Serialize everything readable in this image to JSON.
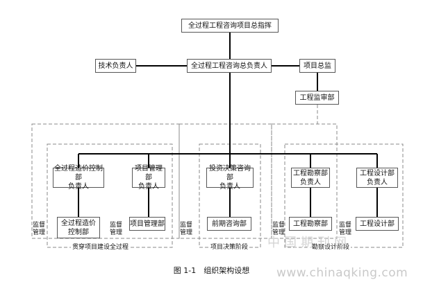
{
  "diagram": {
    "top_box": "全过程工程咨询项目总指挥",
    "middle_row": {
      "left": "技术负责人",
      "center": "全过程工程咨询总负责人",
      "right": "项目总监"
    },
    "supervision_dept": "工程监审部",
    "groups": {
      "g1": "贯穿项目建设全过程",
      "g2": "项目决策阶段",
      "g3": "勘察设计阶段"
    },
    "units": [
      {
        "head": "全过程造价控制部\n负责人",
        "dept": "全过程造价\n控制部"
      },
      {
        "head": "项目管理部\n负责人",
        "dept": "项目管理部"
      },
      {
        "head": "投资决策咨询部\n负责人",
        "dept": "前期咨询部"
      },
      {
        "head": "工程勘察部\n负责人",
        "dept": "工程勘察部"
      },
      {
        "head": "工程设计部\n负责人",
        "dept": "工程设计部"
      }
    ],
    "side_labels": [
      "监督\n管理",
      "监督\n管理",
      "监督\n管理",
      "监督\n管理",
      "监督\n管理"
    ]
  },
  "caption": "图 1-1　组织架构设想",
  "watermark_cn": "中国期刊网",
  "watermark_url": "www.chinaqking.com"
}
